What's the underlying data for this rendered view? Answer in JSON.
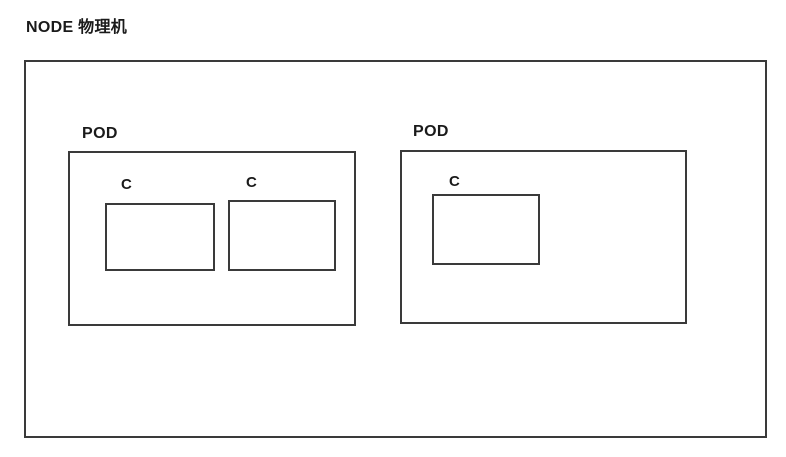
{
  "diagram": {
    "title": "NODE 物理机",
    "node": {
      "label": "NODE 物理机",
      "pods": [
        {
          "label": "POD",
          "containers": [
            {
              "label": "C"
            },
            {
              "label": "C"
            }
          ]
        },
        {
          "label": "POD",
          "containers": [
            {
              "label": "C"
            }
          ]
        }
      ]
    },
    "colors": {
      "stroke": "#3a3a3a",
      "text": "#1a1a1a",
      "background": "#ffffff"
    }
  }
}
